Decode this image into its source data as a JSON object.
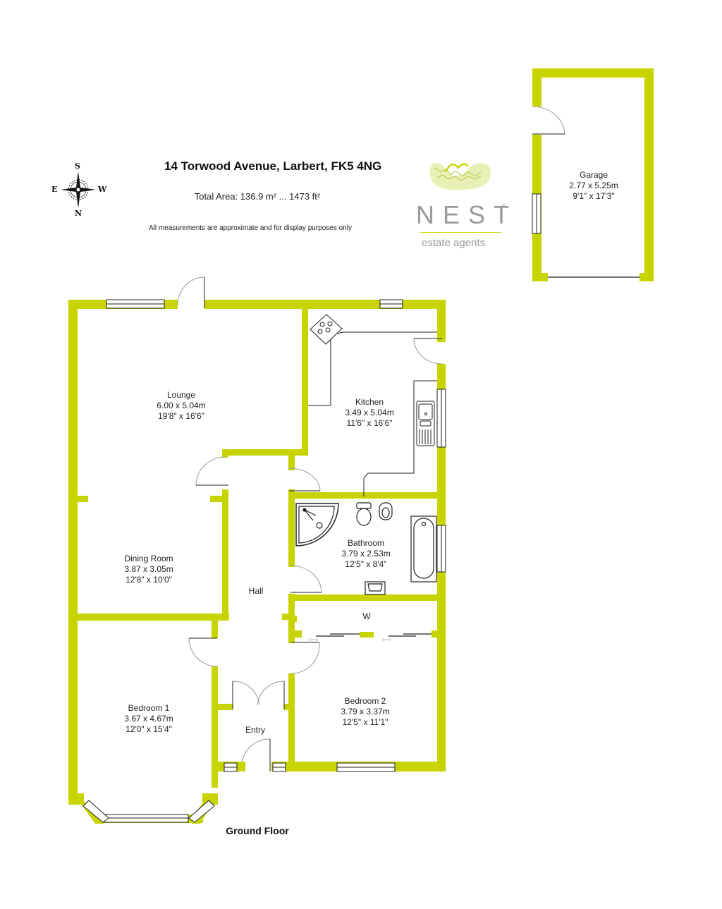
{
  "header": {
    "address": "14 Torwood Avenue, Larbert, FK5 4NG",
    "total_area": "Total Area: 136.9 m² ... 1473 ft²",
    "disclaimer": "All measurements are approximate and for display purposes only"
  },
  "compass": {
    "top": "S",
    "bottom": "N",
    "left": "E",
    "right": "W"
  },
  "logo": {
    "brand": "NEST",
    "registered": "®",
    "tagline": "estate agents"
  },
  "colors": {
    "wall": "#c8d400",
    "fixture_line": "#222222",
    "door_arc": "#999999",
    "logo_text": "#9a9a9a"
  },
  "floor": {
    "label": "Ground Floor"
  },
  "rooms": {
    "garage": {
      "name": "Garage",
      "metric": "2.77 x 5.25m",
      "imperial": "9'1\" x 17'3\""
    },
    "lounge": {
      "name": "Lounge",
      "metric": "6.00 x 5.04m",
      "imperial": "19'8\" x 16'6\""
    },
    "kitchen": {
      "name": "Kitchen",
      "metric": "3.49 x 5.04m",
      "imperial": "11'6\" x 16'6\""
    },
    "bathroom": {
      "name": "Bathroom",
      "metric": "3.79 x 2.53m",
      "imperial": "12'5\" x 8'4\""
    },
    "dining": {
      "name": "Dining Room",
      "metric": "3.87 x 3.05m",
      "imperial": "12'8\" x 10'0\""
    },
    "hall": {
      "name": "Hall"
    },
    "wardrobe": {
      "name": "W"
    },
    "bedroom1": {
      "name": "Bedroom 1",
      "metric": "3.67 x 4.67m",
      "imperial": "12'0\" x 15'4\""
    },
    "bedroom2": {
      "name": "Bedroom 2",
      "metric": "3.79 x 3.37m",
      "imperial": "12'5\" x 11'1\""
    },
    "entry": {
      "name": "Entry"
    }
  }
}
